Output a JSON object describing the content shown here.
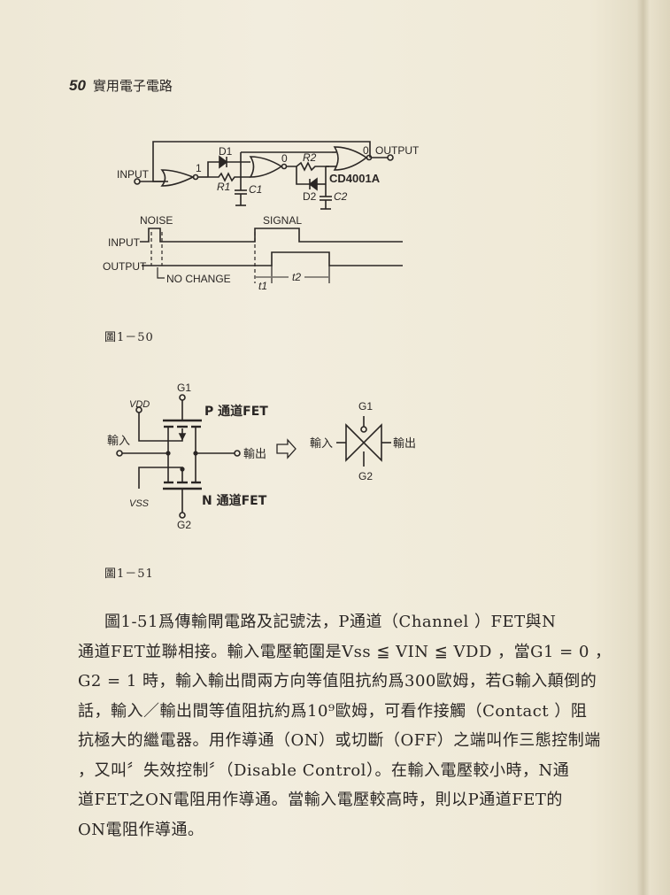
{
  "header": {
    "page_number": "50",
    "book_title": "實用電子電路"
  },
  "figure_1_50": {
    "caption": "圖1－50",
    "circuit": {
      "input": "INPUT",
      "output": "OUTPUT",
      "d1": "D1",
      "d2": "D2",
      "r1": "R1",
      "r2": "R2",
      "c1": "C1",
      "c2": "C2",
      "chip": "CD4001A",
      "logic_1": "1",
      "logic_0a": "0",
      "logic_0b": "0"
    },
    "timing": {
      "noise": "NOISE",
      "signal": "SIGNAL",
      "input": "INPUT",
      "output": "OUTPUT",
      "no_change": "NO CHANGE",
      "t1": "t1",
      "t2": "t2"
    }
  },
  "figure_1_51": {
    "caption": "圖1－51",
    "g1": "G1",
    "g2": "G2",
    "vdd": "VDD",
    "vss": "VSS",
    "input": "輸入",
    "output": "輸出",
    "p_fet": "P 通道FET",
    "n_fet": "N 通道FET",
    "symbol": {
      "g1": "G1",
      "g2": "G2",
      "input": "輸入",
      "output": "輸出"
    }
  },
  "paragraph": {
    "lines": [
      "圖1-51爲傳輸閘電路及記號法，P通道（Channel ）FET與N",
      "通道FET並聯相接。輸入電壓範圍是Vss ≦ VIN ≦ VDD ，當G1 = 0 ，",
      "G2 = 1 時，輸入輸出間兩方向等值阻抗約爲300歐姆，若G輸入顛倒的",
      "話，輸入／輸出間等值阻抗約爲10⁹歐姆，可看作接觸（Contact ）阻",
      "抗極大的繼電器。用作導通（ON）或切斷（OFF）之端叫作三態控制端",
      "，又叫〞失效控制〞（Disable Control）。在輸入電壓較小時，N通",
      "道FET之ON電阻用作導通。當輸入電壓較高時，則以P通道FET的",
      "ON電阻作導通。"
    ]
  }
}
